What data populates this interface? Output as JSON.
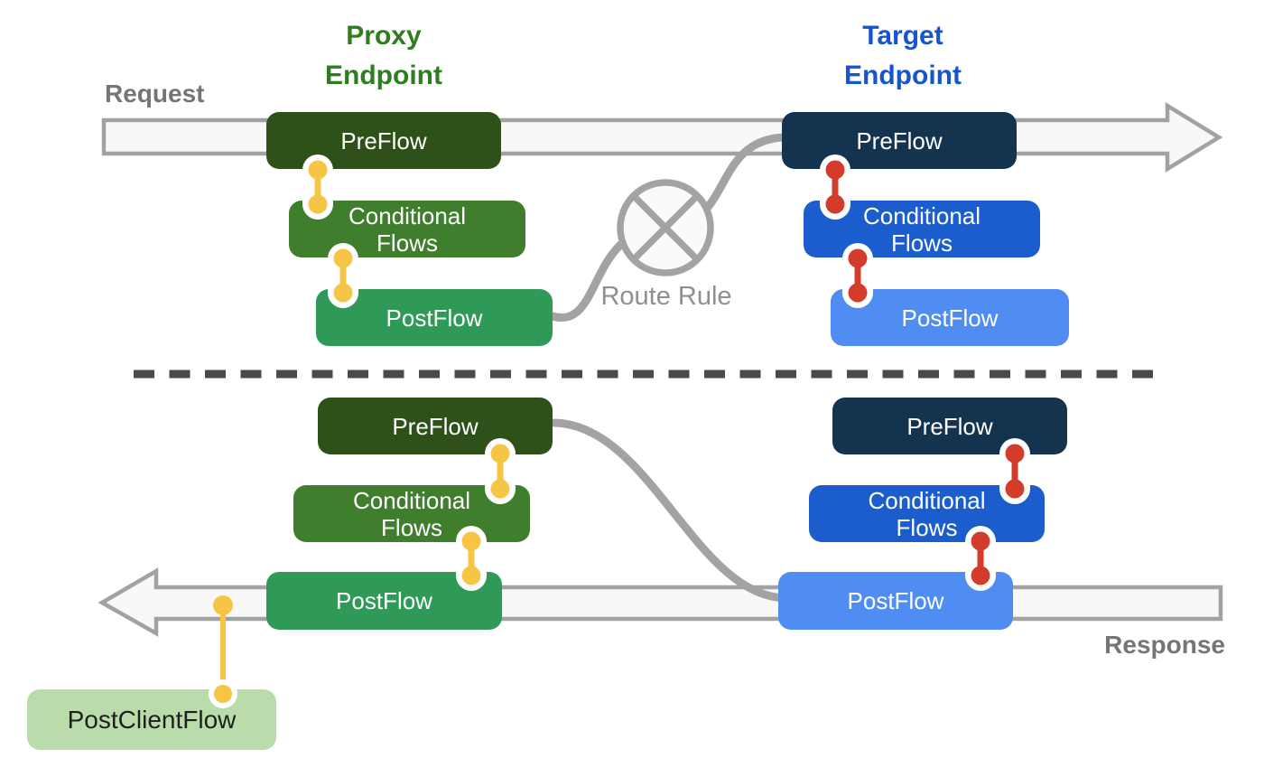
{
  "titles": {
    "proxy_endpoint": "Proxy Endpoint",
    "target_endpoint": "Target Endpoint"
  },
  "labels": {
    "request": "Request",
    "response": "Response",
    "route_rule": "Route Rule"
  },
  "flows": {
    "request_path": {
      "proxy": {
        "preflow": "PreFlow",
        "conditional_flows": "Conditional Flows",
        "postflow": "PostFlow"
      },
      "target": {
        "preflow": "PreFlow",
        "conditional_flows": "Conditional Flows",
        "postflow": "PostFlow"
      }
    },
    "response_path": {
      "proxy": {
        "preflow": "PreFlow",
        "conditional_flows": "Conditional Flows",
        "postflow": "PostFlow"
      },
      "target": {
        "preflow": "PreFlow",
        "conditional_flows": "Conditional Flows",
        "postflow": "PostFlow"
      },
      "client": {
        "post_client_flow": "PostClientFlow"
      }
    }
  },
  "colors": {
    "proxy_title_green": "#2f7d1f",
    "target_title_blue": "#1555cd",
    "proxy_preflow": "#2d5118",
    "proxy_conditional_flows": "#3e7e2d",
    "proxy_postflow": "#2f9a58",
    "post_client_flow_bg": "#b9dcaa",
    "target_preflow": "#13334f",
    "target_conditional_flows": "#1b5dcc",
    "target_postflow": "#4f8df2",
    "proxy_connector_yellow": "#f6c545",
    "target_connector_red": "#d33c2a",
    "arrow_fill": "#f8f8f8",
    "arrow_stroke": "#a2a2a2",
    "request_response_label_gray": "#757575",
    "route_rule_gray": "#8f8f8f"
  }
}
